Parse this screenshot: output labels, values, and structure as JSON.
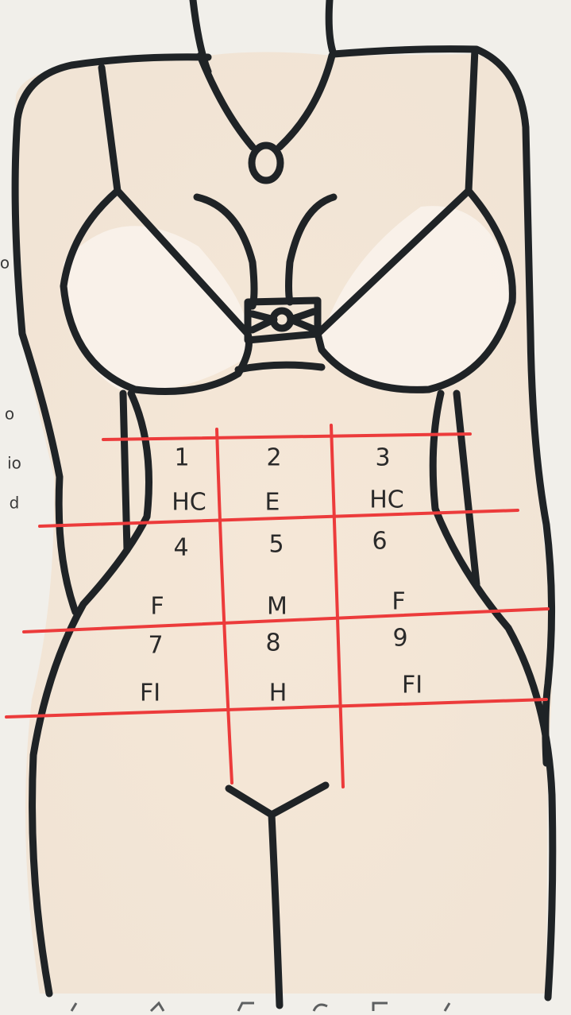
{
  "diagram": {
    "regions": [
      {
        "number": "1",
        "label": "HC"
      },
      {
        "number": "2",
        "label": "E"
      },
      {
        "number": "3",
        "label": "HC"
      },
      {
        "number": "4",
        "label": "F"
      },
      {
        "number": "5",
        "label": "M"
      },
      {
        "number": "6",
        "label": "F"
      },
      {
        "number": "7",
        "label": "FI"
      },
      {
        "number": "8",
        "label": "H"
      },
      {
        "number": "9",
        "label": "FI"
      }
    ],
    "margin_marks": [
      "o",
      "o",
      "io",
      "d"
    ],
    "colors": {
      "outline": "#1f2326",
      "grid_lines": "#ec3b3b",
      "skin_tint": "#f4e6d8",
      "paper": "#f2f0ec"
    }
  }
}
